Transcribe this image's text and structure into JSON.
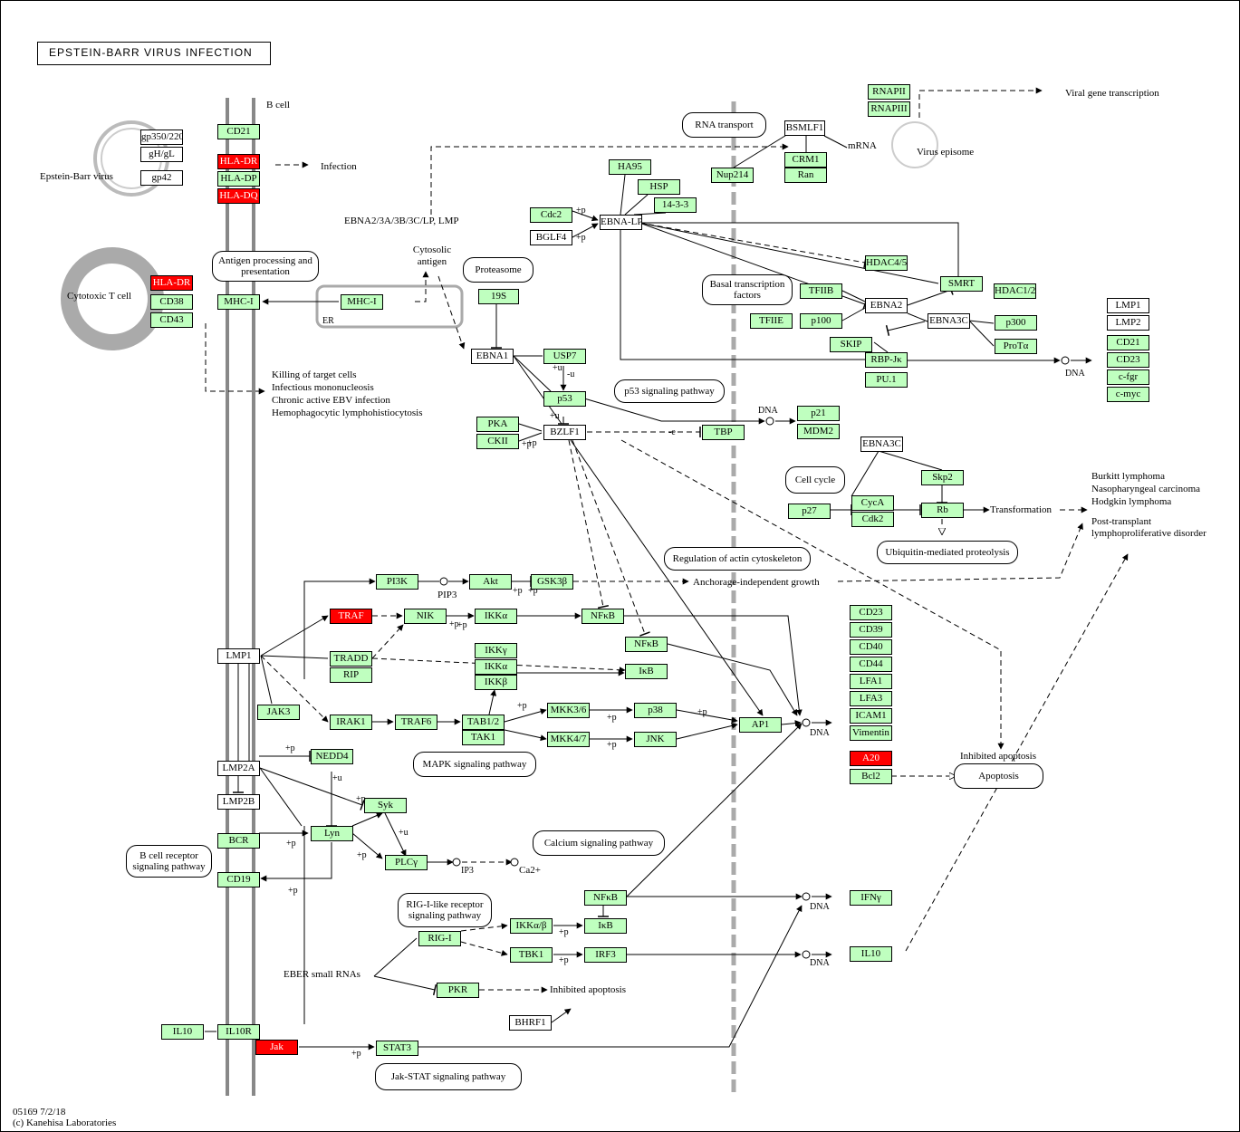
{
  "title": "EPSTEIN-BARR VIRUS INFECTION",
  "footer": {
    "id": "05169 7/2/18",
    "credit": "(c) Kanehisa Laboratories"
  },
  "colors": {
    "node_green": "#bfffbf",
    "node_red": "#ff0000",
    "membrane": "#888888",
    "nuclear": "#aaaaaa"
  },
  "nodes": [
    {
      "label": "CD21",
      "style": "g"
    },
    {
      "label": "HLA-DR",
      "style": "r"
    },
    {
      "label": "HLA-DP",
      "style": "g"
    },
    {
      "label": "HLA-DQ",
      "style": "r"
    },
    {
      "label": "gp350/220",
      "style": "w"
    },
    {
      "label": "gH/gL",
      "style": "w"
    },
    {
      "label": "gp42",
      "style": "w"
    },
    {
      "label": "HLA-DR",
      "style": "r"
    },
    {
      "label": "CD38",
      "style": "g"
    },
    {
      "label": "CD43",
      "style": "g"
    },
    {
      "label": "MHC-I",
      "style": "g"
    },
    {
      "label": "MHC-I",
      "style": "g"
    },
    {
      "label": "19S",
      "style": "g"
    },
    {
      "label": "EBNA1",
      "style": "w"
    },
    {
      "label": "USP7",
      "style": "g"
    },
    {
      "label": "p53",
      "style": "g"
    },
    {
      "label": "PKA",
      "style": "g"
    },
    {
      "label": "CKII",
      "style": "g"
    },
    {
      "label": "BZLF1",
      "style": "w"
    },
    {
      "label": "TBP",
      "style": "g"
    },
    {
      "label": "p21",
      "style": "g"
    },
    {
      "label": "MDM2",
      "style": "g"
    },
    {
      "label": "HA95",
      "style": "g"
    },
    {
      "label": "HSP",
      "style": "g"
    },
    {
      "label": "14-3-3",
      "style": "g"
    },
    {
      "label": "Cdc2",
      "style": "g"
    },
    {
      "label": "BGLF4",
      "style": "w"
    },
    {
      "label": "EBNA-LP",
      "style": "w"
    },
    {
      "label": "BSMLF1",
      "style": "w"
    },
    {
      "label": "Nup214",
      "style": "g"
    },
    {
      "label": "CRM1",
      "style": "g"
    },
    {
      "label": "Ran",
      "style": "g"
    },
    {
      "label": "RNAPII",
      "style": "g"
    },
    {
      "label": "RNAPIII",
      "style": "g"
    },
    {
      "label": "HDAC4/5",
      "style": "g"
    },
    {
      "label": "SMRT",
      "style": "g"
    },
    {
      "label": "HDAC1/2",
      "style": "g"
    },
    {
      "label": "TFIIB",
      "style": "g"
    },
    {
      "label": "TFIIE",
      "style": "g"
    },
    {
      "label": "p100",
      "style": "g"
    },
    {
      "label": "EBNA2",
      "style": "w"
    },
    {
      "label": "EBNA3C",
      "style": "w"
    },
    {
      "label": "p300",
      "style": "g"
    },
    {
      "label": "ProTα",
      "style": "g"
    },
    {
      "label": "SKIP",
      "style": "g"
    },
    {
      "label": "RBP-Jκ",
      "style": "g"
    },
    {
      "label": "PU.1",
      "style": "g"
    },
    {
      "label": "LMP1",
      "style": "w"
    },
    {
      "label": "LMP2",
      "style": "w"
    },
    {
      "label": "CD21",
      "style": "g"
    },
    {
      "label": "CD23",
      "style": "g"
    },
    {
      "label": "c-fgr",
      "style": "g"
    },
    {
      "label": "c-myc",
      "style": "g"
    },
    {
      "label": "EBNA3C",
      "style": "w"
    },
    {
      "label": "Skp2",
      "style": "g"
    },
    {
      "label": "p27",
      "style": "g"
    },
    {
      "label": "CycA",
      "style": "g"
    },
    {
      "label": "Cdk2",
      "style": "g"
    },
    {
      "label": "Rb",
      "style": "g"
    },
    {
      "label": "PI3K",
      "style": "g"
    },
    {
      "label": "Akt",
      "style": "g"
    },
    {
      "label": "GSK3β",
      "style": "g"
    },
    {
      "label": "TRAF",
      "style": "r"
    },
    {
      "label": "NIK",
      "style": "g"
    },
    {
      "label": "IKKα",
      "style": "g"
    },
    {
      "label": "NFκB",
      "style": "g"
    },
    {
      "label": "LMP1",
      "style": "w"
    },
    {
      "label": "TRADD",
      "style": "g"
    },
    {
      "label": "RIP",
      "style": "g"
    },
    {
      "label": "IKKγ",
      "style": "g"
    },
    {
      "label": "IKKα",
      "style": "g"
    },
    {
      "label": "IKKβ",
      "style": "g"
    },
    {
      "label": "NFκB",
      "style": "g"
    },
    {
      "label": "IκB",
      "style": "g"
    },
    {
      "label": "JAK3",
      "style": "g"
    },
    {
      "label": "IRAK1",
      "style": "g"
    },
    {
      "label": "TRAF6",
      "style": "g"
    },
    {
      "label": "TAB1/2",
      "style": "g"
    },
    {
      "label": "TAK1",
      "style": "g"
    },
    {
      "label": "MKK3/6",
      "style": "g"
    },
    {
      "label": "MKK4/7",
      "style": "g"
    },
    {
      "label": "p38",
      "style": "g"
    },
    {
      "label": "JNK",
      "style": "g"
    },
    {
      "label": "AP1",
      "style": "g"
    },
    {
      "label": "CD23",
      "style": "g"
    },
    {
      "label": "CD39",
      "style": "g"
    },
    {
      "label": "CD40",
      "style": "g"
    },
    {
      "label": "CD44",
      "style": "g"
    },
    {
      "label": "LFA1",
      "style": "g"
    },
    {
      "label": "LFA3",
      "style": "g"
    },
    {
      "label": "ICAM1",
      "style": "g"
    },
    {
      "label": "Vimentin",
      "style": "g"
    },
    {
      "label": "A20",
      "style": "r"
    },
    {
      "label": "Bcl2",
      "style": "g"
    },
    {
      "label": "LMP2A",
      "style": "w"
    },
    {
      "label": "LMP2B",
      "style": "w"
    },
    {
      "label": "NEDD4",
      "style": "g"
    },
    {
      "label": "Syk",
      "style": "g"
    },
    {
      "label": "Lyn",
      "style": "g"
    },
    {
      "label": "BCR",
      "style": "g"
    },
    {
      "label": "PLCγ",
      "style": "g"
    },
    {
      "label": "CD19",
      "style": "g"
    },
    {
      "label": "NFκB",
      "style": "g"
    },
    {
      "label": "IKKα/β",
      "style": "g"
    },
    {
      "label": "IκB",
      "style": "g"
    },
    {
      "label": "RIG-I",
      "style": "g"
    },
    {
      "label": "TBK1",
      "style": "g"
    },
    {
      "label": "IRF3",
      "style": "g"
    },
    {
      "label": "PKR",
      "style": "g"
    },
    {
      "label": "BHRF1",
      "style": "w"
    },
    {
      "label": "IFNγ",
      "style": "g"
    },
    {
      "label": "IL10",
      "style": "g"
    },
    {
      "label": "IL10",
      "style": "g"
    },
    {
      "label": "IL10R",
      "style": "g"
    },
    {
      "label": "Jak",
      "style": "r"
    },
    {
      "label": "STAT3",
      "style": "g"
    }
  ],
  "pathways": [
    "RNA transport",
    "Antigen processing and presentation",
    "Proteasome",
    "Basal transcription factors",
    "p53 signaling pathway",
    "Cell cycle",
    "Ubiquitin-mediated proteolysis",
    "Regulation of actin cytoskeleton",
    "MAPK signaling pathway",
    "Calcium signaling pathway",
    "B cell receptor signaling pathway",
    "RIG-I-like receptor signaling pathway",
    "Jak-STAT signaling pathway",
    "Apoptosis"
  ],
  "labels": [
    "B cell",
    "Epstein-Barr virus",
    "Infection",
    "Cytotoxic T cell",
    "Cytosolic antigen",
    "ER",
    "EBNA2/3A/3B/3C/LP, LMP",
    "Killing of target cells",
    "Infectious mononucleosis",
    "Chronic active EBV infection",
    "Hemophagocytic lymphohistiocytosis",
    "mRNA",
    "Virus episome",
    "Viral gene transcription",
    "DNA",
    "DNA",
    "DNA",
    "DNA",
    "DNA",
    "Burkitt lymphoma",
    "Nasopharyngeal carcinoma",
    "Hodgkin lymphoma",
    "Post-transplant lymphoproliferative disorder",
    "Transformation",
    "Anchorage-independent growth",
    "Inhibited apoptosis",
    "Inhibited apoptosis",
    "EBER small RNAs",
    "PIP3",
    "IP3",
    "Ca2+",
    "+p",
    "+p",
    "+u",
    "-u",
    "+u",
    "-e",
    "+p",
    "+p",
    "+p",
    "+p",
    "+p",
    "+p",
    "+p",
    "+p",
    "+p",
    "+p",
    "+u",
    "+u",
    "+p",
    "+p",
    "+p",
    "+p",
    "+p",
    "+p",
    "+p",
    "+p"
  ]
}
